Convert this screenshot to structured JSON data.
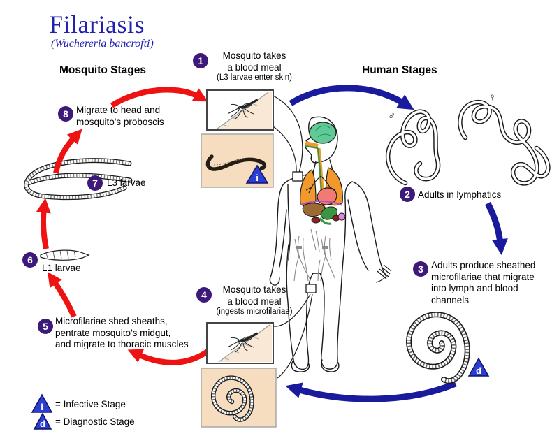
{
  "title": {
    "main": "Filariasis",
    "species": "(Wuchereria bancrofti)"
  },
  "headers": {
    "mosquito": "Mosquito Stages",
    "human": "Human Stages"
  },
  "steps": {
    "s1": {
      "num": "1",
      "text": "Mosquito takes\na blood meal",
      "note": "(L3 larvae enter skin)"
    },
    "s2": {
      "num": "2",
      "text": "Adults in lymphatics"
    },
    "s3": {
      "num": "3",
      "text": "Adults produce sheathed\nmicrofilariae that migrate\ninto lymph and blood\nchannels"
    },
    "s4": {
      "num": "4",
      "text": "Mosquito takes\na blood meal",
      "note": "(ingests microfilariae)"
    },
    "s5": {
      "num": "5",
      "text": "Microfilariae shed sheaths,\npentrate mosquito's midgut,\nand migrate to thoracic muscles"
    },
    "s6": {
      "num": "6",
      "text": "L1 larvae"
    },
    "s7": {
      "num": "7",
      "text": "L3 larvae"
    },
    "s8": {
      "num": "8",
      "text": "Migrate to head and\nmosquito's proboscis"
    }
  },
  "legend": {
    "infective": {
      "symbol": "i",
      "label": "= Infective Stage"
    },
    "diagnostic": {
      "symbol": "d",
      "label": "= Diagnostic Stage"
    }
  },
  "markers": {
    "male": "♂",
    "female": "♀"
  },
  "colors": {
    "title-blue": "#2121b0",
    "step-circle": "#3d1a7a",
    "arrow-red": "#ee1212",
    "arrow-blue": "#1a1a9c",
    "legend-triangle": "#2b3ed2",
    "peach": "#f7ddbf",
    "skin": "#f9e8d6",
    "brain-green": "#5fca96",
    "lung-orange": "#f1992c",
    "heart-pink": "#f27a72",
    "liver-brown": "#9c6a33",
    "stomach-green": "#3a9642",
    "spleen-red": "#8e1f1f",
    "diaphragm-violet": "#b44fc0",
    "lymph-gray": "#8a8a8a"
  }
}
